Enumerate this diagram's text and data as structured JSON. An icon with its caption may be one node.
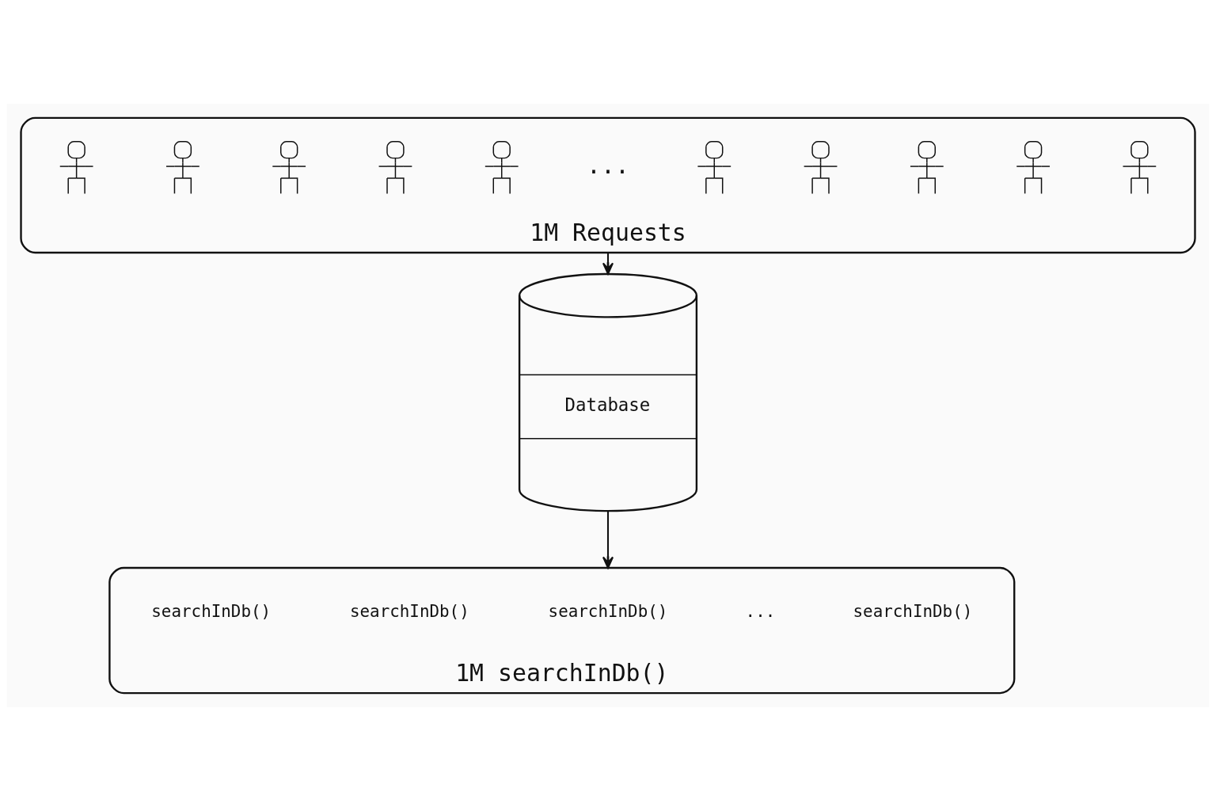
{
  "diagram": {
    "nodes": [
      {
        "text": [
          "1M Requests"
        ]
      },
      {
        "text": [],
        "shape": "person",
        "in": 0
      },
      {
        "text": [],
        "shape": "person",
        "in": 0
      },
      {
        "text": [],
        "shape": "person",
        "in": 0
      },
      {
        "text": [],
        "shape": "person",
        "in": 0
      },
      {
        "text": [],
        "shape": "person",
        "in": 0
      },
      {
        "text": [],
        "shape": "person",
        "in": 0
      },
      {
        "text": [],
        "shape": "person",
        "in": 0
      },
      {
        "text": [],
        "shape": "person",
        "in": 0
      },
      {
        "text": [],
        "shape": "person",
        "in": 0
      },
      {
        "text": [],
        "shape": "person",
        "in": 0
      },
      {
        "text": [
          "Database"
        ]
      },
      {
        "text": [
          "1M searchInDb()"
        ]
      }
    ],
    "edges": [
      {
        "from": 0,
        "to": 11,
        "arrow": "to"
      },
      {
        "from": 11,
        "to": 12,
        "arrow": "to"
      }
    ],
    "labels": [
      "...",
      "searchInDb()",
      "searchInDb()",
      "searchInDb()",
      "...",
      "searchInDb()"
    ]
  }
}
